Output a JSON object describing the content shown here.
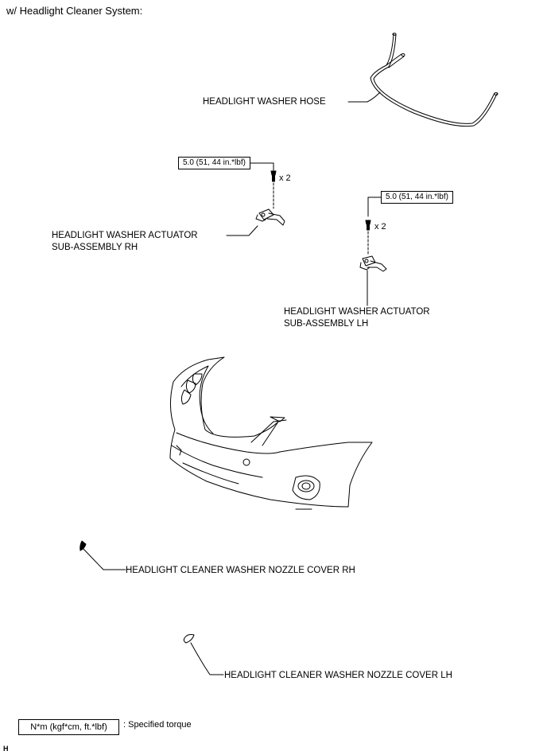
{
  "title": "w/ Headlight Cleaner System:",
  "parts": {
    "hose": "HEADLIGHT WASHER HOSE",
    "actuator_rh_line1": "HEADLIGHT WASHER ACTUATOR",
    "actuator_rh_line2": "SUB-ASSEMBLY RH",
    "actuator_lh_line1": "HEADLIGHT WASHER ACTUATOR",
    "actuator_lh_line2": "SUB-ASSEMBLY LH",
    "nozzle_cover_rh": "HEADLIGHT CLEANER WASHER NOZZLE COVER RH",
    "nozzle_cover_lh": "HEADLIGHT CLEANER WASHER NOZZLE COVER LH"
  },
  "torque": {
    "rh": "5.0 (51, 44 in.*lbf)",
    "lh": "5.0 (51, 44 in.*lbf)"
  },
  "quantity": {
    "rh": "x 2",
    "lh": "x 2"
  },
  "legend": {
    "box": "N*m (kgf*cm, ft.*lbf)",
    "text": ": Specified torque"
  },
  "code": "H"
}
